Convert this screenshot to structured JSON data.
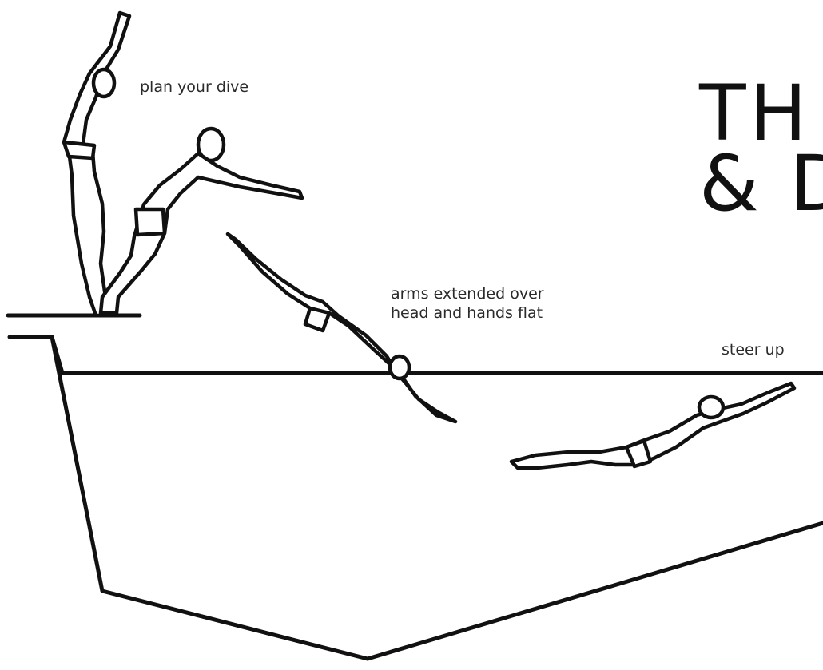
{
  "title": {
    "line1": "TH",
    "line2": "& D"
  },
  "labels": {
    "plan": "plan your dive",
    "arms_line1": "arms extended over",
    "arms_line2": "head and hands flat",
    "steer": "steer up"
  },
  "colors": {
    "ink": "#111111",
    "text": "#2a2a2a",
    "background": "#ffffff"
  }
}
